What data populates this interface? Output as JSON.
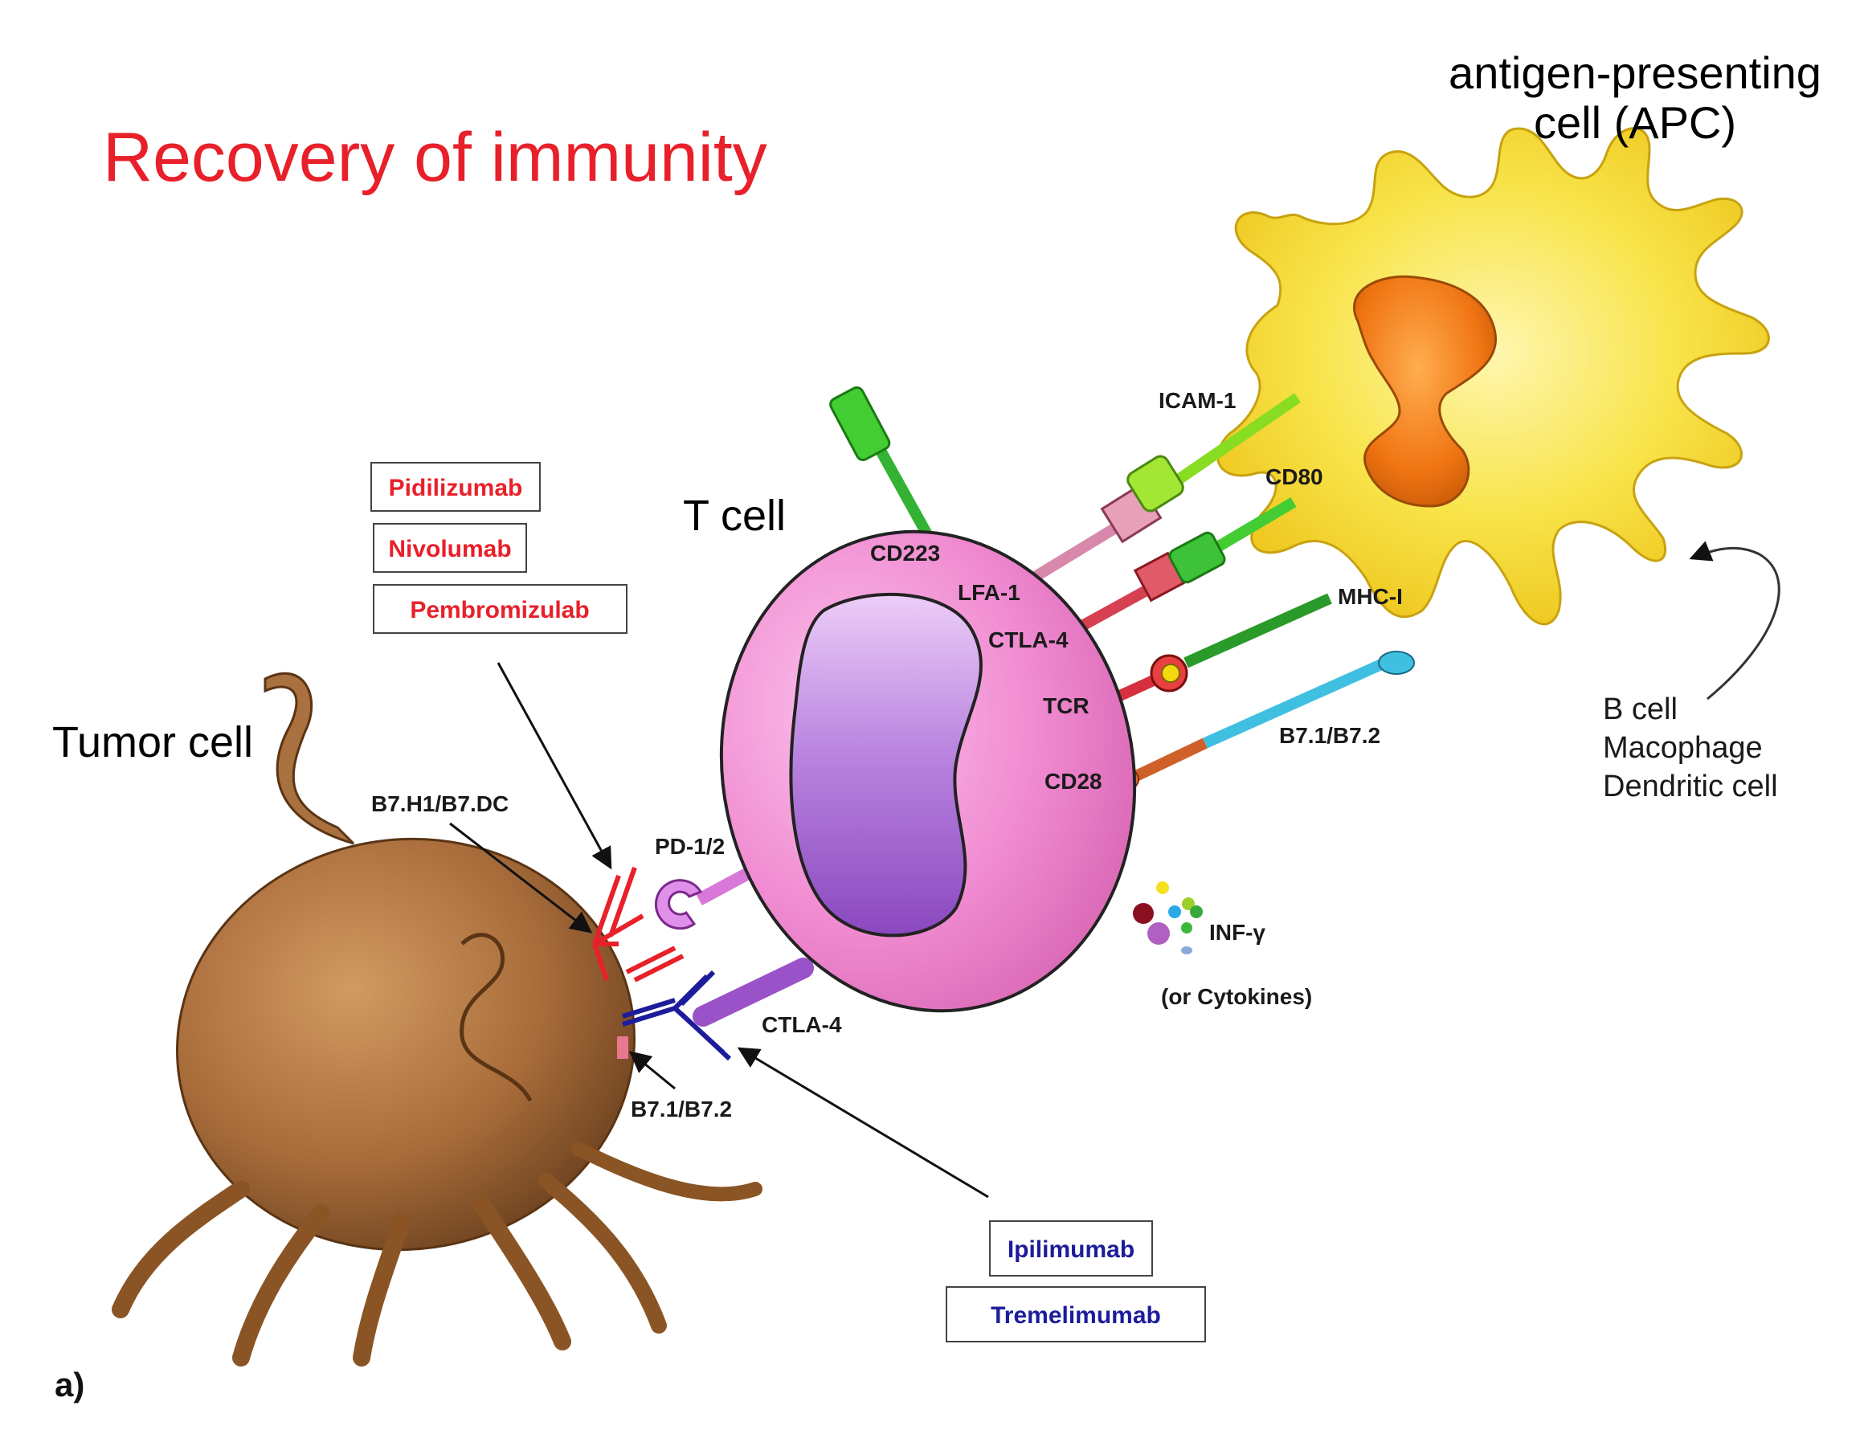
{
  "title": "Recovery of immunity",
  "cells": {
    "tumor": "Tumor cell",
    "tcell": "T cell",
    "apc_line1": "antigen-presenting",
    "apc_line2": "cell (APC)",
    "apc_types": [
      "B cell",
      "Macophage",
      "Dendritic cell"
    ]
  },
  "molecules": {
    "cd223": "CD223",
    "lfa1": "LFA-1",
    "ctla4_t": "CTLA-4",
    "tcr": "TCR",
    "cd28": "CD28",
    "icam1": "ICAM-1",
    "cd80": "CD80",
    "mhc1": "MHC-I",
    "b71_apc": "B7.1/B7.2",
    "pd12": "PD-1/2",
    "b7h1": "B7.H1/B7.DC",
    "ctla4_tumor": "CTLA-4",
    "b71_tumor": "B7.1/B7.2",
    "inf": "INF-γ",
    "cytokines": "(or Cytokines)"
  },
  "drugs": {
    "pd1_group": [
      "Pidilizumab",
      "Nivolumab",
      "Pembromizulab"
    ],
    "ctla4_group": [
      "Ipilimumab",
      "Tremelimumab"
    ]
  },
  "panel_label": "a)",
  "colors": {
    "title": "#e8202a",
    "pd1_drugs": "#e8202a",
    "ctla4_drugs": "#1c1c9c",
    "tumor": "#a9713f",
    "tcell": "#f08ad0",
    "nucleus": "#b07ad8",
    "apc": "#f7e23a",
    "apc_nucleus": "#f07a14"
  }
}
